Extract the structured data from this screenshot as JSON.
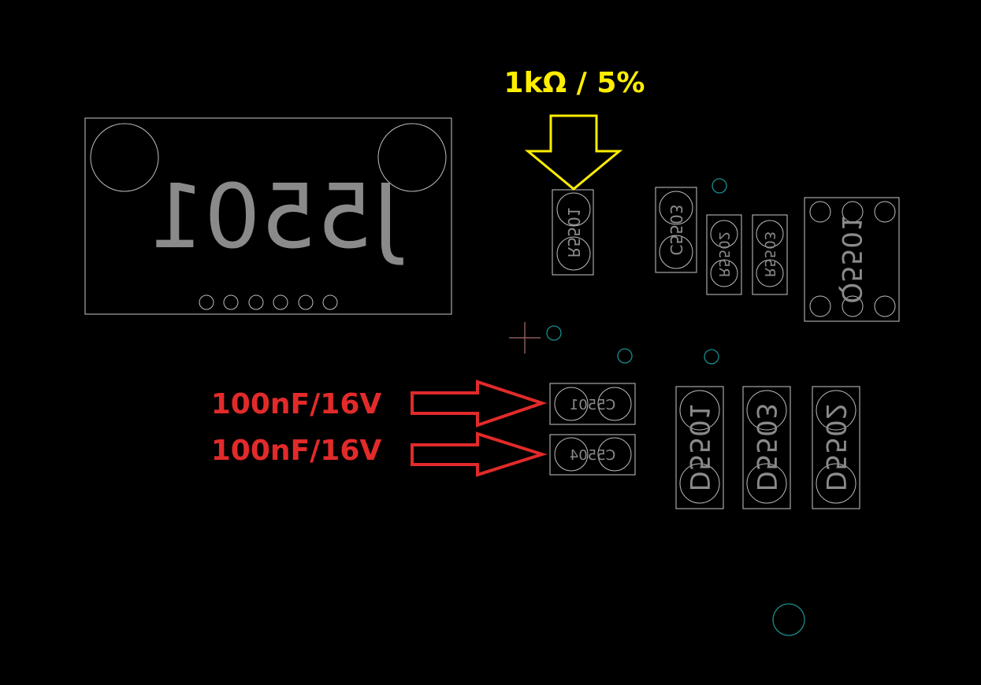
{
  "annotations": {
    "resistor_value": "1kΩ / 5%",
    "cap1_value": "100nF/16V",
    "cap2_value": "100nF/16V"
  },
  "components": {
    "J5501": "J5501",
    "R5501": "R5501",
    "C5503": "C5503",
    "R5502": "R5502",
    "R5503": "R5503",
    "Q5501": "Q5501",
    "C5501": "C5501",
    "C5504": "C5504",
    "D5501": "D5501",
    "D5503": "D5503",
    "D5502": "D5502"
  },
  "colors": {
    "background": "#000000",
    "silkscreen": "#c8c8c8",
    "reference_text": "#8a8a8a",
    "via": "#1a8c8c",
    "resistor_note": "#ffee00",
    "capacitor_note": "#e22a2a"
  }
}
